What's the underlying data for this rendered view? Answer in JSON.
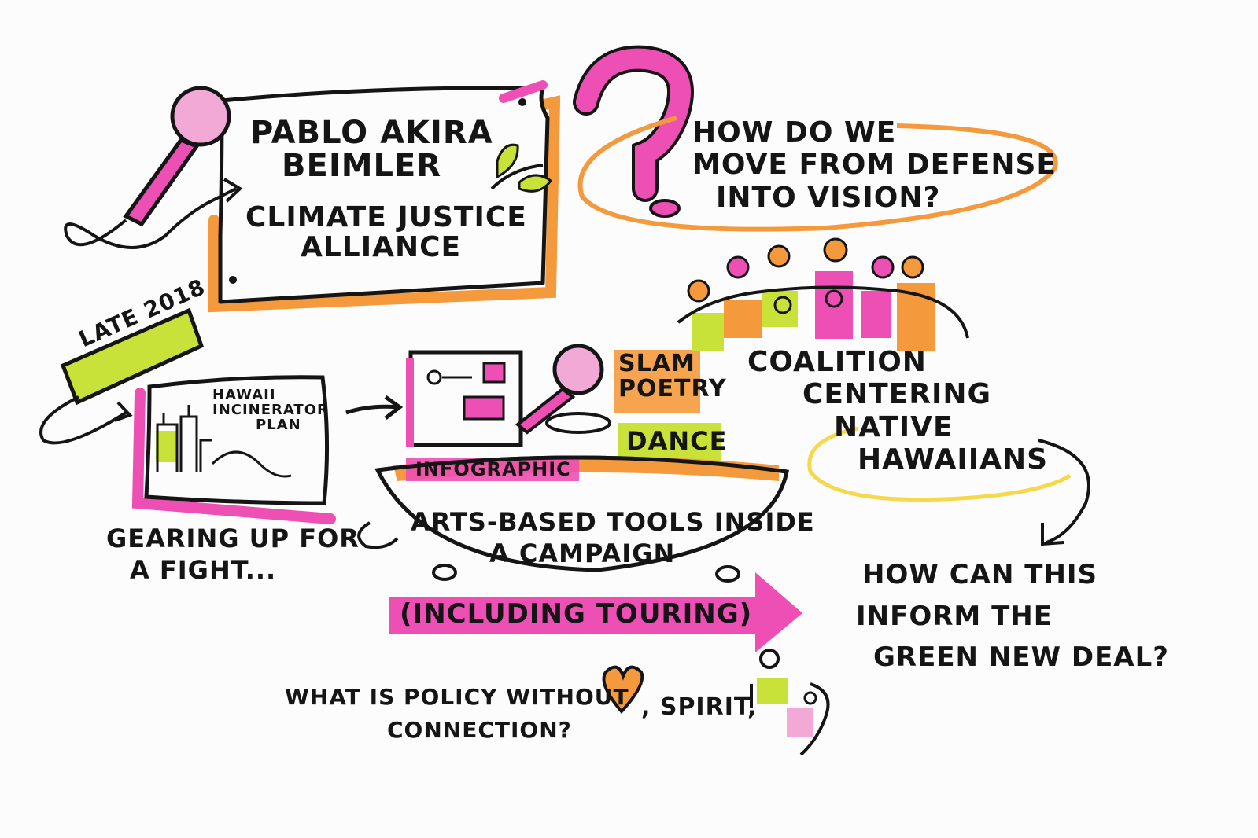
{
  "colors": {
    "ink": "#151515",
    "pink": "#ee4fb4",
    "orange": "#f59a3c",
    "lime": "#c8e23a",
    "yellow": "#f6d84a",
    "light_pink": "#f3a9d6"
  },
  "speaker": {
    "name_line1": "PABLO AKIRA",
    "name_line2": "BEIMLER",
    "org_line1": "CLIMATE JUSTICE",
    "org_line2": "ALLIANCE"
  },
  "question_top": {
    "line1": "HOW DO WE",
    "line2": "MOVE FROM DEFENSE",
    "line3": "INTO VISION?"
  },
  "date_tag": "LATE 2018",
  "incinerator": {
    "line1": "HAWAII",
    "line2": "INCINERATOR",
    "line3": "PLAN"
  },
  "gearing": {
    "line1": "GEARING UP FOR",
    "line2": "A FIGHT..."
  },
  "tools": {
    "slam": "SLAM",
    "poetry": "POETRY",
    "dance": "DANCE",
    "infographic": "INFOGRAPHIC"
  },
  "arts": {
    "line1": "ARTS-BASED TOOLS INSIDE",
    "line2": "A CAMPAIGN"
  },
  "touring": "(INCLUDING TOURING)",
  "coalition": {
    "line1": "COALITION",
    "line2": "CENTERING",
    "line3": "NATIVE",
    "line4": "HAWAIIANS"
  },
  "green_new_deal": {
    "line1": "HOW CAN THIS",
    "line2": "INFORM THE",
    "line3": "GREEN NEW DEAL?"
  },
  "policy": {
    "line1": "WHAT IS POLICY WITHOUT",
    "line2": "CONNECTION?",
    "spirit": ", SPIRIT,"
  }
}
